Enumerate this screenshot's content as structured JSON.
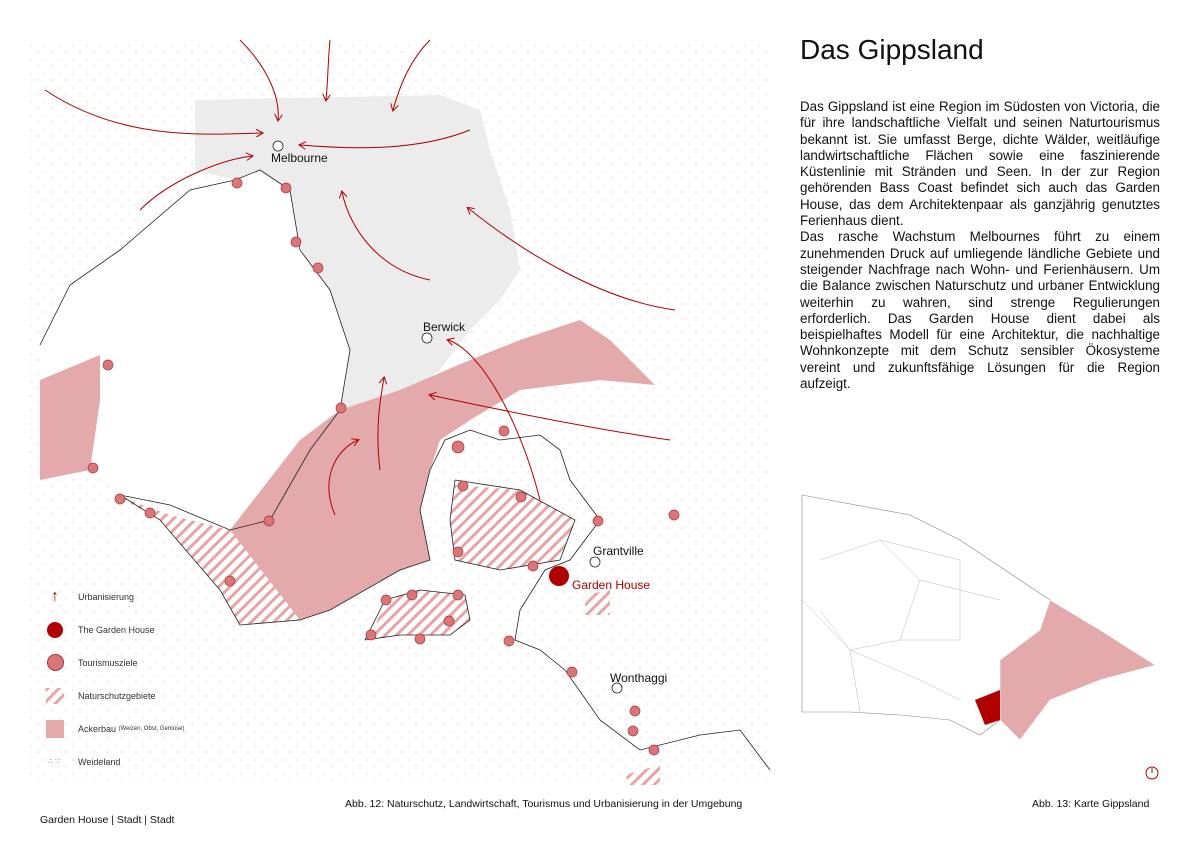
{
  "title": "Das Gippsland",
  "paragraphs": [
    "Das Gippsland ist eine Region im Südosten von Victoria, die für ihre landschaftliche Vielfalt und seinen Naturtourismus bekannt ist. Sie umfasst Berge, dichte Wälder, weitläufige landwirtschaftliche Flächen sowie eine faszinierende Küstenlinie mit Stränden und Seen. In der zur Region gehörenden Bass Coast befindet sich auch das Garden House, das dem Architektenpaar als ganzjährig genutztes Ferienhaus dient.",
    "Das rasche Wachstum Melbournes führt zu einem zunehmenden Druck auf umliegende ländliche Gebiete und steigender Nachfrage nach Wohn- und Ferienhäusern. Um die Balance zwischen Naturschutz und urbaner Entwicklung weiterhin zu wahren, sind strenge Regulierungen erforderlich. Das Garden House dient dabei als beispielhaftes Modell für eine Architektur, die nachhaltige Wohnkonzepte mit dem Schutz sensibler Ökosysteme vereint und zukunftsfähige Lösungen für die Region aufzeigt."
  ],
  "places": {
    "melbourne": "Melbourne",
    "berwick": "Berwick",
    "grantville": "Grantville",
    "wonthaggi": "Wonthaggi",
    "garden_house": "Garden House"
  },
  "legend": {
    "urban": "Urbanisierung",
    "house": "The Garden House",
    "tourism": "Tourismusziele",
    "nature": "Naturschutzgebiete",
    "agri": "Ackerbau",
    "agri_note": "(Weizen, Obst, Gemüse)",
    "pasture": "Weideland"
  },
  "captions": {
    "fig12": "Abb. 12: Naturschutz, Landwirtschaft, Tourismus und Urbanisierung in der Umgebung",
    "fig13": "Abb. 13: Karte Gippsland",
    "footer": "Garden House | Stadt | Stadt"
  },
  "colors": {
    "accent": "#b00000",
    "pink": "#e3a9ab",
    "urban": "#ececec",
    "dot": "#d9767a"
  }
}
